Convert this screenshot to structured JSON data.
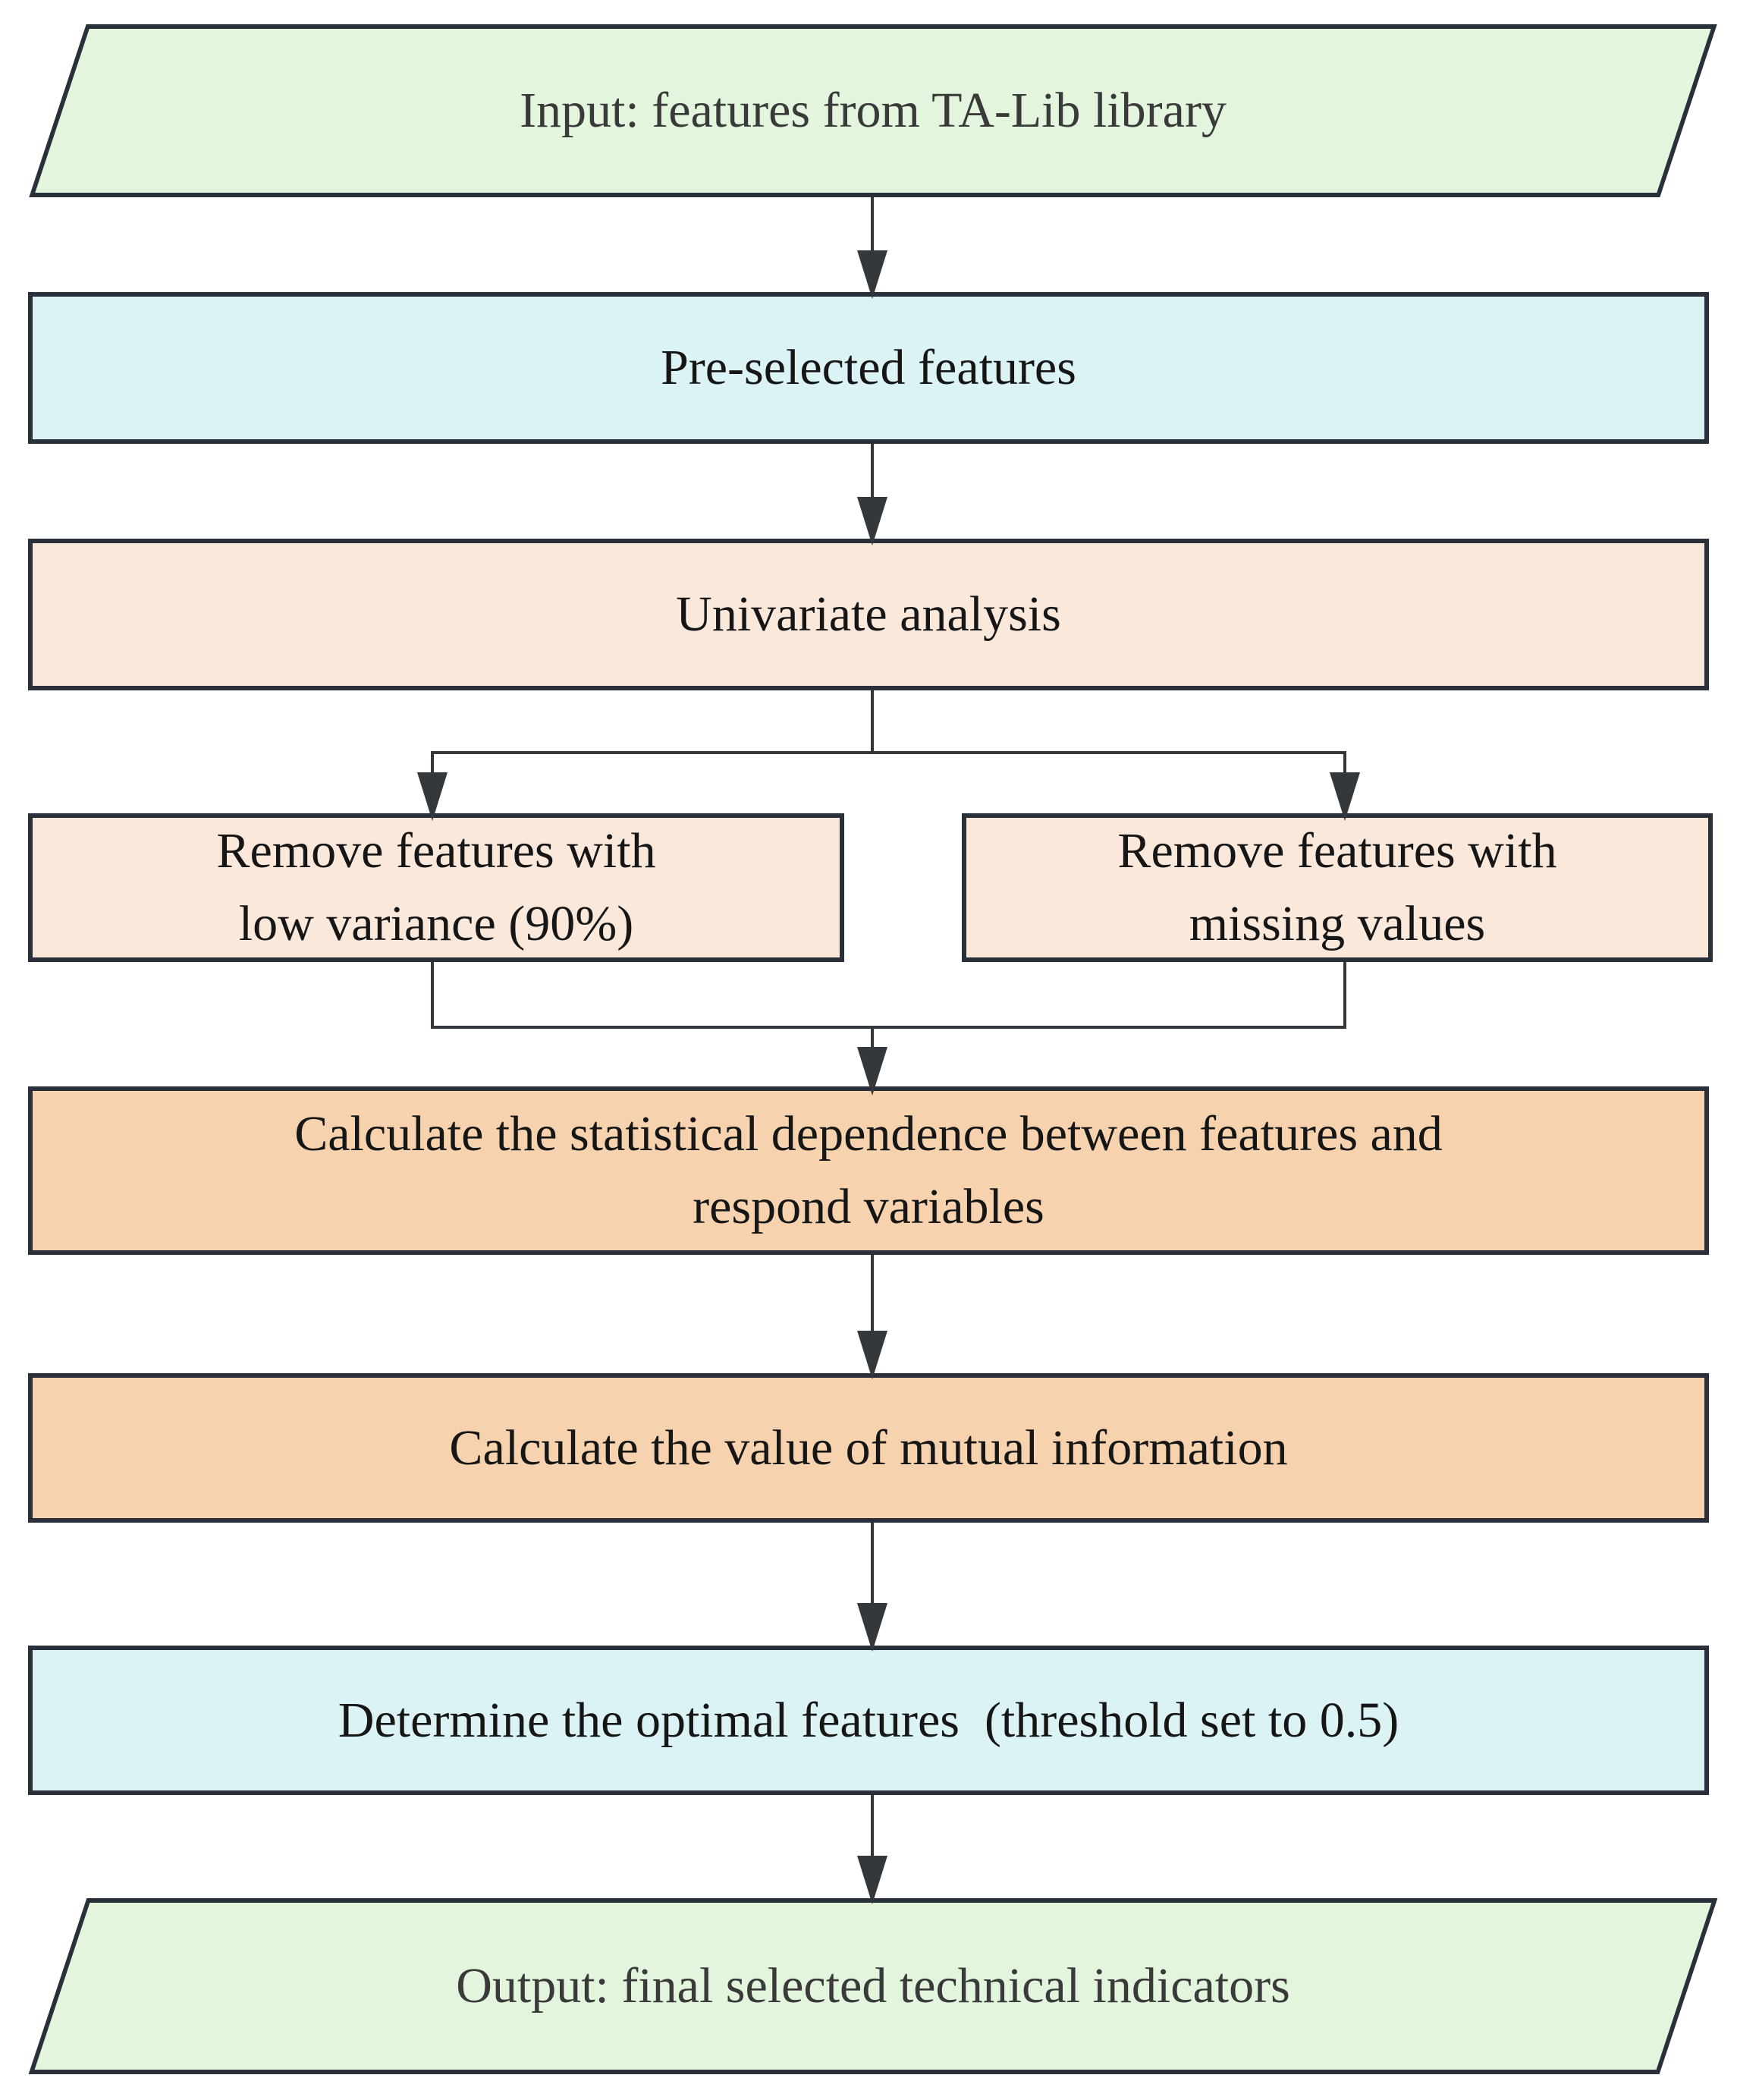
{
  "colors": {
    "node_border": "#293039",
    "connector_line": "#33383d",
    "green_fill": "#e3f5dc",
    "cyan_fill": "#dbf3f5",
    "peach_fill": "#fae8da",
    "orange_fill": "#f6d3ae"
  },
  "nodes": [
    {
      "id": "input",
      "shape": "parallelogram",
      "label": "Input: features from TA-Lib library",
      "fill": "#e3f5dc"
    },
    {
      "id": "pre_selected",
      "shape": "rect",
      "label": "Pre-selected features",
      "fill": "#dbf3f5"
    },
    {
      "id": "univariate",
      "shape": "rect",
      "label": "Univariate analysis",
      "fill": "#fae8da"
    },
    {
      "id": "remove_low_variance",
      "shape": "rect",
      "label": "Remove features with\nlow variance (90%)",
      "fill": "#fae8da"
    },
    {
      "id": "remove_missing_values",
      "shape": "rect",
      "label": "Remove features with\nmissing values",
      "fill": "#fae8da"
    },
    {
      "id": "statistical_dependence",
      "shape": "rect",
      "label": "Calculate the statistical dependence between features and\nrespond variables",
      "fill": "#f6d3ae"
    },
    {
      "id": "mutual_information",
      "shape": "rect",
      "label": "Calculate the value of mutual information",
      "fill": "#f6d3ae"
    },
    {
      "id": "optimal_features",
      "shape": "rect",
      "label": "Determine the optimal features  (threshold set to 0.5)",
      "fill": "#dbf3f5"
    },
    {
      "id": "output",
      "shape": "parallelogram",
      "label": "Output: final selected technical indicators",
      "fill": "#e3f5dc"
    }
  ],
  "edges": [
    {
      "from": "input",
      "to": "pre_selected"
    },
    {
      "from": "pre_selected",
      "to": "univariate"
    },
    {
      "from": "univariate",
      "to": "remove_low_variance"
    },
    {
      "from": "univariate",
      "to": "remove_missing_values"
    },
    {
      "from": "remove_low_variance",
      "to": "statistical_dependence"
    },
    {
      "from": "remove_missing_values",
      "to": "statistical_dependence"
    },
    {
      "from": "statistical_dependence",
      "to": "mutual_information"
    },
    {
      "from": "mutual_information",
      "to": "optimal_features"
    },
    {
      "from": "optimal_features",
      "to": "output"
    }
  ]
}
